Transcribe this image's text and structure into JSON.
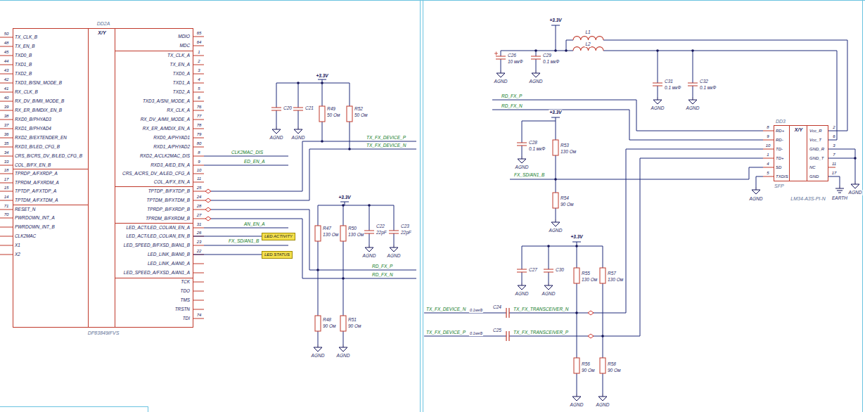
{
  "diagram": {
    "nodes": [
      {
        "text": [
          "DD2A",
          "X/Y",
          "DP83849IFVS"
        ]
      },
      {
        "text": [
          "LED ACTIVITY"
        ]
      },
      {
        "text": [
          "LED STATUS"
        ]
      },
      {
        "text": [
          "DD3",
          "X/Y",
          "SFP",
          "LM34-A3S-PI-N"
        ]
      }
    ],
    "edges": [
      {
        "from": 0,
        "to": 1,
        "arrow": "none"
      },
      {
        "from": 0,
        "to": 2,
        "arrow": "none"
      }
    ],
    "labels": [
      "TX_CLK_B",
      "50",
      "TX_EN_B",
      "48",
      "TXD0_B",
      "45",
      "TXD1_B",
      "44",
      "TXD2_B",
      "43",
      "TXD3_B/SNI_MODE_B",
      "42",
      "RX_CLK_B",
      "41",
      "RX_DV_B/MII_MODE_B",
      "40",
      "RX_ER_B/MDIX_EN_B",
      "39",
      "RXD0_B/PHYAD3",
      "38",
      "RXD1_B/PHYAD4",
      "37",
      "RXD2_B/EXTENDER_EN",
      "36",
      "RXD3_B/LED_CFG_B",
      "35",
      "CRS_B/CRS_DV_B/LED_CFG_B",
      "34",
      "COL_B/FX_EN_B",
      "33",
      "TPRDP_A/FXRDP_A",
      "18",
      "TPRDM_A/FXRDM_A",
      "17",
      "TPTDP_A/FXTDP_A",
      "15",
      "TPTDM_A/FXTDM_A",
      "14",
      "RESET_N",
      "71",
      "PWRDOWN_INT_A",
      "70",
      "PWRDOWN_INT_B",
      "CLK2MAC",
      "X1",
      "X2",
      "MDIO",
      "65",
      "MDC",
      "64",
      "TX_CLK_A",
      "1",
      "TX_EN_A",
      "2",
      "TXD0_A",
      "3",
      "TXD1_A",
      "4",
      "TXD2_A",
      "5",
      "TXD3_A/SNI_MODE_A",
      "6",
      "RX_CLK_A",
      "76",
      "RX_DV_A/MII_MODE_A",
      "77",
      "RX_ER_A/MDIX_EN_A",
      "78",
      "RXD0_A/PHYAD1",
      "79",
      "RXD1_A/PHYAD2",
      "80",
      "RXD2_A/CLK2MAC_DIS",
      "8",
      "RXD3_A/ED_EN_A",
      "9",
      "CRS_A/CRS_DV_A/LED_CFG_A",
      "10",
      "COL_A/FX_EN_A",
      "11",
      "TPTDP_B/FXTDP_B",
      "25",
      "TPTDM_B/FXTDM_B",
      "24",
      "TPRDP_B/FXRDP_B",
      "28",
      "TPRDM_B/FXRDM_B",
      "27",
      "LED_ACT/LED_COL/AN_EN_A",
      "31",
      "LED_ACT/LED_COL/AN_EN_B",
      "26",
      "LED_SPEED_B/FXSD_B/AN1_B",
      "23",
      "LED_LINK_B/AN0_B",
      "22",
      "LED_LINK_A/AN0_A",
      "LED_SPEED_A/FXSD_A/AN1_A",
      "TCK",
      "TDO",
      "TMS",
      "TRSTN",
      "TDI",
      "74",
      "+3.3V",
      "C20",
      "C21",
      "R49",
      "50 Ом",
      "R52",
      "50 Ом",
      "AGND",
      "AGND",
      "TX_FX_DEVICE_P",
      "TX_FX_DEVICE_N",
      "CLK2MAC_DIS",
      "ED_EN_A",
      "+3.3V",
      "R47",
      "130 Ом",
      "R50",
      "130 Ом",
      "C22",
      "22pF",
      "C23",
      "22pF",
      "AGND",
      "AGND",
      "AN_EN_A",
      "FX_SD/AN1_B",
      "RD_FX_P",
      "RD_FX_N",
      "R48",
      "90 Ом",
      "R51",
      "90 Ом",
      "AGND",
      "AGND",
      "+3.3V",
      "C26",
      "10 мкФ",
      "C29",
      "0.1 мкФ",
      "AGND",
      "AGND",
      "L1",
      "L2",
      "C31",
      "0.1 мкФ",
      "C32",
      "0.1 мкФ",
      "AGND",
      "AGND",
      "RD_FX_P",
      "RD_FX_N",
      "+3.3V",
      "C28",
      "0.1 мкФ",
      "AGND",
      "R53",
      "130 Ом",
      "FX_SD/AN1_B",
      "R54",
      "90 Ом",
      "AGND",
      "+3.3V",
      "C27",
      "C30",
      "AGND",
      "AGND",
      "R55",
      "130 Ом",
      "R57",
      "130 Ом",
      "TX_FX_DEVICE_N",
      "0.1мкФ",
      "C24",
      "TX_FX_TRANSCEIVER_N",
      "TX_FX_DEVICE_P",
      "0.1мкФ",
      "C25",
      "TX_FX_TRANSCEIVER_P",
      "R56",
      "90 Ом",
      "R58",
      "90 Ом",
      "AGND",
      "AGND",
      "RD+",
      "8",
      "RD-",
      "9",
      "TD-",
      "10",
      "TD+",
      "1",
      "SD",
      "4",
      "TXDIS",
      "5",
      "Vcc_R",
      "2",
      "Vcc_T",
      "6",
      "GND_R",
      "3",
      "GND_T",
      "7",
      "NC",
      "11",
      "GND",
      "17",
      "AGND",
      "AGND",
      "EARTH"
    ]
  }
}
